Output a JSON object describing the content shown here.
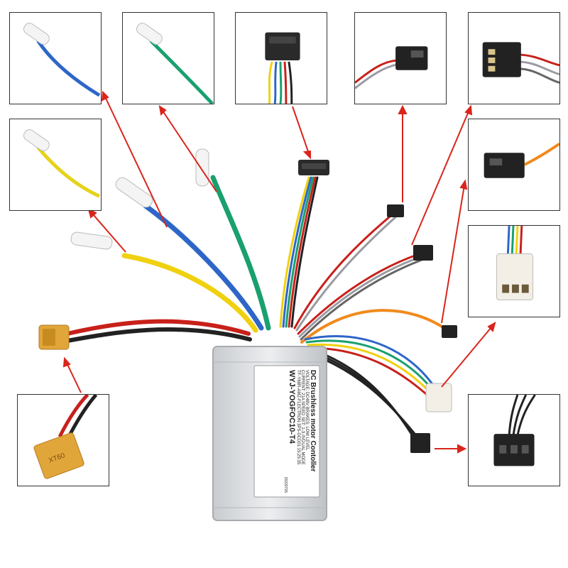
{
  "controller_label": {
    "lines": [
      "DC Brushless motor Contoller",
      "VOLTAGE: DC48V        BRAKES: LOW LEVEL",
      "CURRENT: 21A     SPEED SET: 1-3 /IVDUAL MODE",
      "TF-Y68R-AMZ-FLECTRON   3PS-DCD01:15:25:35",
      "WYJ-YOGFOC10-T4"
    ],
    "footer": "20220726"
  },
  "connector_labels": {
    "xt60": "XT60"
  },
  "colors": {
    "arrow": "#d9251c",
    "wire_blue": "#2e66c7",
    "wire_green": "#19a06e",
    "wire_yellow": "#f0d10f",
    "wire_red": "#c8201a",
    "wire_orange": "#f08a1c",
    "wire_gray": "#9a9aa2",
    "wire_black": "#222222",
    "controller_body": "#d7d9dc",
    "xt60_body": "#e1a63a"
  },
  "insets": [
    {
      "name": "blue-wire-terminal",
      "icon": "blue-bullet-terminal"
    },
    {
      "name": "green-wire-terminal",
      "icon": "green-bullet-terminal"
    },
    {
      "name": "multi-pin-hall-connector",
      "icon": "hall-sensor-connector"
    },
    {
      "name": "two-pin-connector-top",
      "icon": "sm-2pin-connector"
    },
    {
      "name": "three-pin-connector-top",
      "icon": "sm-3pin-connector"
    },
    {
      "name": "yellow-wire-terminal",
      "icon": "yellow-bullet-terminal"
    },
    {
      "name": "orange-two-pin-connector",
      "icon": "orange-sm-connector"
    },
    {
      "name": "white-six-pin-connector",
      "icon": "white-6pin-connector"
    },
    {
      "name": "xt60-power-connector",
      "icon": "xt60-connector"
    },
    {
      "name": "black-three-pin-connector",
      "icon": "sm-3pin-black-connector"
    }
  ]
}
